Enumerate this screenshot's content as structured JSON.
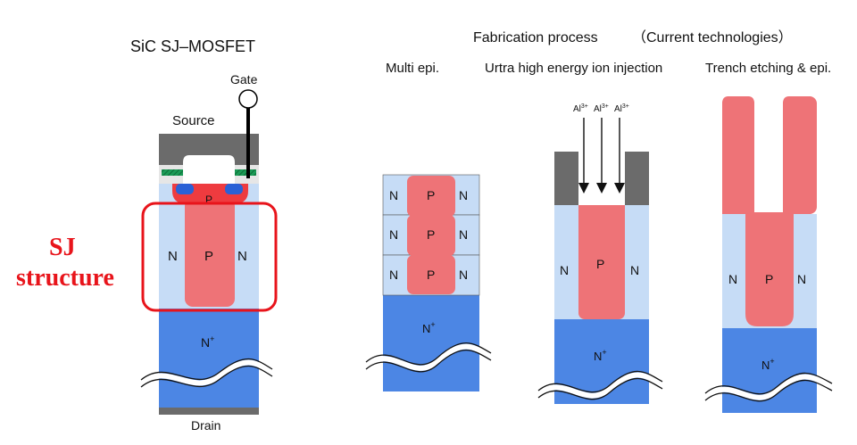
{
  "colors": {
    "n_light": "#c6dcf6",
    "n_plus": "#4c86e4",
    "p": "#ee7377",
    "metal": "#6b6b6b",
    "oxide": "#e6e6e6",
    "gate_poly": "#1a9a55",
    "n_plus_source": "#2a61d6",
    "highlight": "#e8141b"
  },
  "header": {
    "fabrication": "Fabrication process",
    "current_tech": "（Current technologies）"
  },
  "device": {
    "title": "SiC  SJ–MOSFET",
    "gate": "Gate",
    "source": "Source",
    "drain": "Drain",
    "p_well": "P",
    "n_left": "N",
    "n_right": "N",
    "p_pillar": "P",
    "n_plus": "N",
    "n_plus_sup": "+"
  },
  "sj_label": {
    "line1": "SJ",
    "line2": "structure"
  },
  "process_multi_epi": {
    "title": "Multi epi.",
    "rows": [
      {
        "n_left": "N",
        "p": "P",
        "n_right": "N"
      },
      {
        "n_left": "N",
        "p": "P",
        "n_right": "N"
      },
      {
        "n_left": "N",
        "p": "P",
        "n_right": "N"
      }
    ],
    "n_plus": "N",
    "n_plus_sup": "+"
  },
  "process_ion_implant": {
    "title": "Urtra high energy ion injection",
    "ion": "Al",
    "ion_sup": "3+",
    "n_left": "N",
    "p": "P",
    "n_right": "N",
    "n_plus": "N",
    "n_plus_sup": "+"
  },
  "process_trench": {
    "title": "Trench etching & epi.",
    "n_left": "N",
    "p": "P",
    "n_right": "N",
    "n_plus": "N",
    "n_plus_sup": "+"
  }
}
